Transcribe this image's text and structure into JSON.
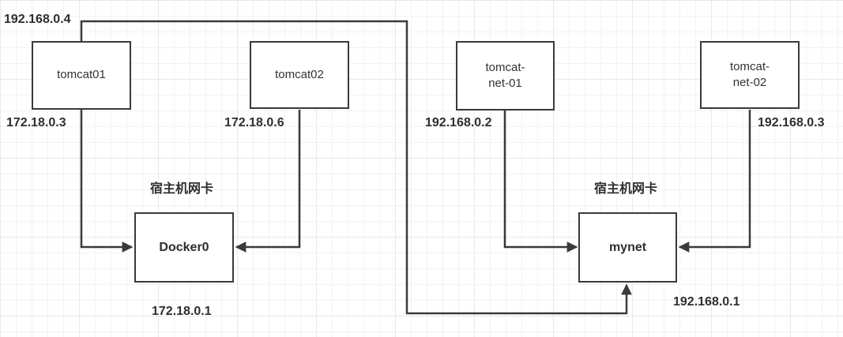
{
  "diagram_type": "docker-network-topology",
  "nodes": {
    "tomcat01": {
      "line1": "tomcat01"
    },
    "tomcat02": {
      "line1": "tomcat02"
    },
    "tomcat_net_01": {
      "line1": "tomcat-",
      "line2": "net-01"
    },
    "tomcat_net_02": {
      "line1": "tomcat-",
      "line2": "net-02"
    },
    "docker0": {
      "line1": "Docker0"
    },
    "mynet": {
      "line1": "mynet"
    }
  },
  "labels": {
    "tomcat01_second_ip": "192.168.0.4",
    "tomcat01_ip": "172.18.0.3",
    "tomcat02_ip": "172.18.0.6",
    "tomcat_net_01_ip": "192.168.0.2",
    "tomcat_net_02_ip": "192.168.0.3",
    "docker0_host_nic": "宿主机网卡",
    "mynet_host_nic": "宿主机网卡",
    "docker0_gateway_ip": "172.18.0.1",
    "mynet_gateway_ip": "192.168.0.1"
  },
  "edges": [
    {
      "from": "tomcat01",
      "to": "Docker0",
      "direction": "arrow-into-Docker0-left"
    },
    {
      "from": "tomcat02",
      "to": "Docker0",
      "direction": "arrow-into-Docker0-right"
    },
    {
      "from": "tomcat-net-01",
      "to": "mynet",
      "direction": "arrow-into-mynet-left"
    },
    {
      "from": "tomcat-net-02",
      "to": "mynet",
      "direction": "arrow-into-mynet-right"
    },
    {
      "from": "tomcat01",
      "to": "mynet",
      "direction": "arrow-into-mynet-bottom"
    }
  ],
  "colors": {
    "stroke": "#3a3a3a",
    "text": "#2f2f2f",
    "node_fill": "#ffffff",
    "grid_line_minor": "#f2f2f2",
    "grid_line_major": "#e8e8e8",
    "background": "#ffffff"
  }
}
